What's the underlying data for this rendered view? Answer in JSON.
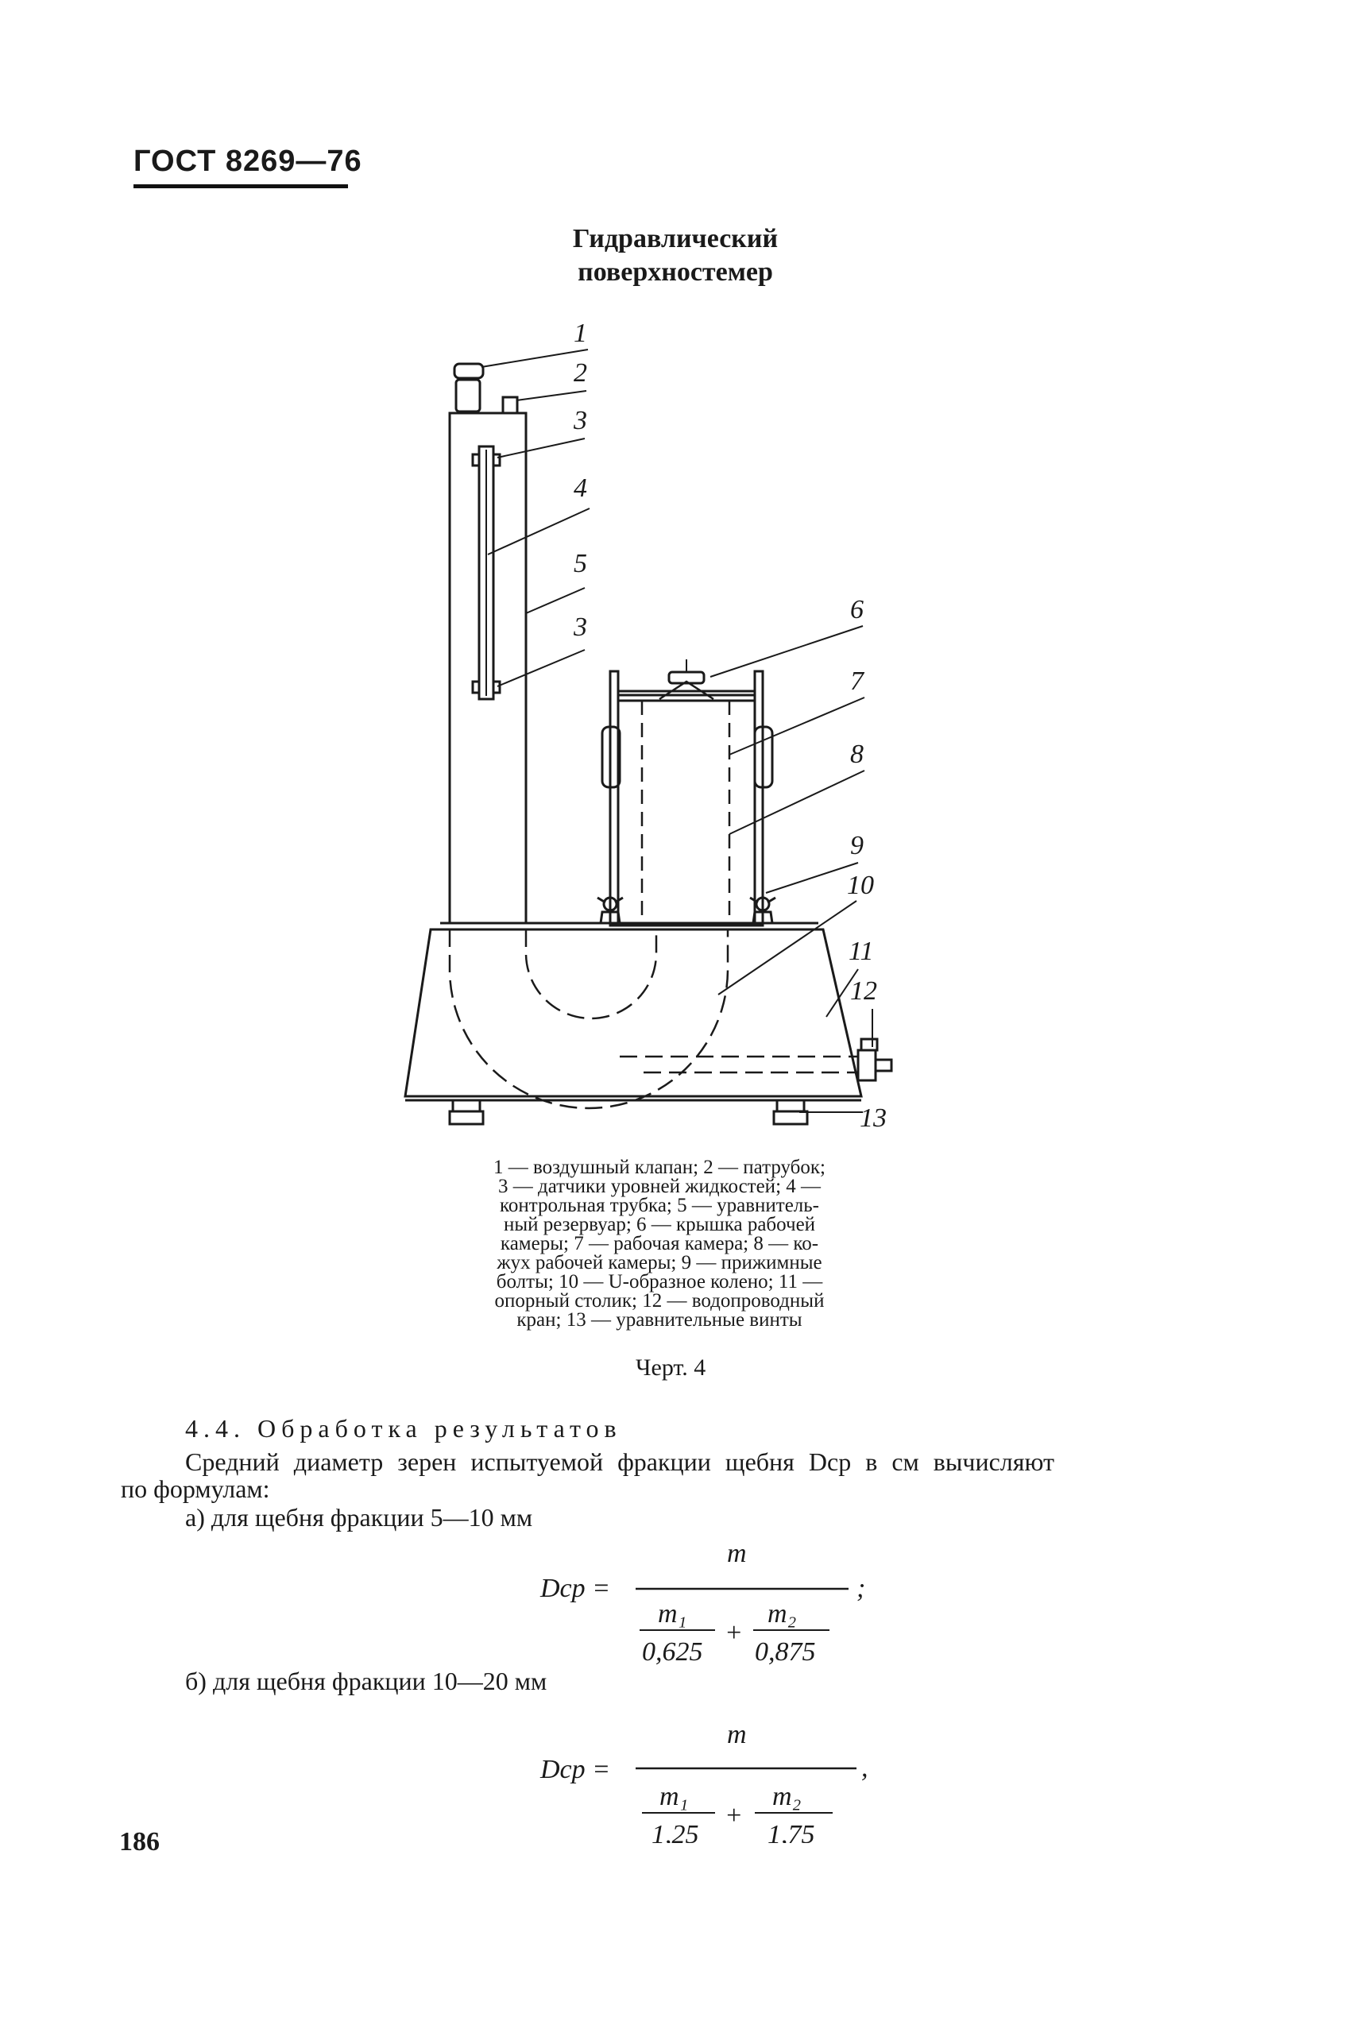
{
  "header": {
    "standard_code": "ГОСТ 8269—76"
  },
  "figure": {
    "title_line1": "Гидравлический",
    "title_line2": "поверхностемер",
    "callouts": [
      "1",
      "2",
      "3",
      "4",
      "5",
      "3",
      "6",
      "7",
      "8",
      "9",
      "10",
      "11",
      "12",
      "13"
    ],
    "legend_lines": [
      "1 — воздушный клапан; 2 — патрубок;",
      "3 — датчики уровней жидкостей; 4 —",
      "контрольная трубка; 5 — уравнитель-",
      "ный резервуар; 6 — крышка рабочей",
      "камеры; 7 — рабочая камера; 8 — ко-",
      "жух рабочей камеры; 9 — прижимные",
      "болты; 10 — U-образное колено; 11 —",
      "опорный столик; 12 — водопроводный",
      "кран; 13 — уравнительные винты"
    ],
    "caption": "Черт. 4"
  },
  "section": {
    "heading": "4.4. Обработка результатов",
    "para_line1": "Средний диаметр зерен испытуемой фракции щебня Dср в см вычисляют",
    "para_line2": "по формулам:",
    "item_a": "а) для щебня фракции 5—10 мм",
    "item_b": "б) для щебня фракции 10—20 мм",
    "formula_a": {
      "lhs": "Dср =",
      "numerator": "m",
      "m1": "m₁",
      "d1": "0,625",
      "plus": "+",
      "m2": "m₂",
      "d2": "0,875",
      "end": ";"
    },
    "formula_b": {
      "lhs": "Dср =",
      "numerator": "m",
      "m1": "m₁",
      "d1": "1,25",
      "plus": "+",
      "m2": "m₂",
      "d2": "1,75",
      "end": ","
    }
  },
  "footer": {
    "page_number": "186"
  }
}
